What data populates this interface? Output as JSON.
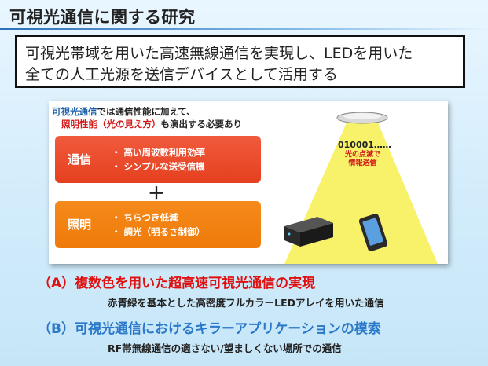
{
  "title": "可視光通信に関する研究",
  "summary": {
    "line1": "可視光帯域を用いた高速無線通信を実現し、LEDを用いた",
    "line2": "全ての人工光源を送信デバイスとして活用する"
  },
  "panel": {
    "note": {
      "part1_blue": "可視光通信",
      "part1_rest": "では通信性能に加えて、",
      "part2_red": "照明性能（光の見え方）",
      "part2_rest": "も演出する必要あり"
    },
    "communication": {
      "label": "通信",
      "items": [
        "・ 高い周波数利用効率",
        "・ シンプルな送受信機"
      ]
    },
    "plus": "＋",
    "lighting": {
      "label": "照明",
      "items": [
        "・ ちらつき低減",
        "・ 調光（明るさ制御）"
      ]
    },
    "signal": {
      "code": "010001……",
      "caption_line1": "光の点滅で",
      "caption_line2": "情報送信"
    }
  },
  "section_a": {
    "heading": "（A）複数色を用いた超高速可視光通信の実現",
    "detail": "赤青緑を基本とした高密度フルカラーLEDアレイを用いた通信"
  },
  "section_b": {
    "heading": "（B）可視光通信におけるキラーアプリケーションの模索",
    "detail": "RF帯無線通信の適さない/望ましくない場所での通信"
  },
  "colors": {
    "accent_red": "#e01010",
    "accent_blue": "#2a78c8",
    "comm_box": "#e5401f",
    "light_box": "#ef7a08",
    "light_beam": "#f7ef5a"
  },
  "icons": [
    "ceiling-light-icon",
    "light-beam-icon",
    "receiver-box-icon",
    "smartphone-icon"
  ]
}
